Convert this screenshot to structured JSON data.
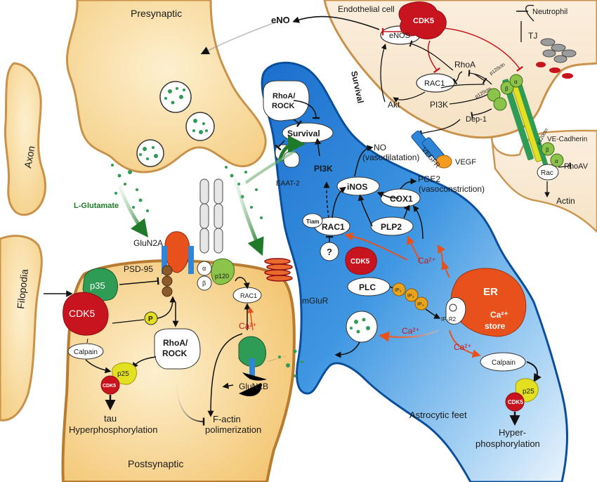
{
  "regions": {
    "presynaptic": "Presynaptic",
    "postsynaptic": "Postsynaptic",
    "axon": "Axon",
    "filopodia": "Filopodia",
    "endothelial": "Endothelial cell",
    "astrocytic_feet": "Astrocytic feet",
    "survival_side": "Survival"
  },
  "labels": {
    "eno": "eNO",
    "enos": "eNOS",
    "cdk5_endo": "CDK5",
    "rhoa": "RhoA",
    "rac1_endo": "RAC1",
    "akt": "Akt",
    "pi3k_endo": "PI3K",
    "dep1": "Dep-1",
    "vegfr": "VEGFR",
    "vegf": "VEGF",
    "neutrophil": "Neutrophil",
    "tj": "TJ",
    "ve_cadherin": "VE-Cadherin",
    "p120ctn": "p120ctn",
    "beta": "β",
    "alpha": "α",
    "rac_endo": "Rac",
    "rhoav": "RhoAV",
    "actin": "Actin",
    "rhoa_rock": "RhoA/",
    "rock": "ROCK",
    "survival": "Survival",
    "eaat2": "EAAT-2",
    "no_line1": "NO",
    "no_line2": "(vasodilatation)",
    "pge2_line1": "PGE2",
    "pge2_line2": "(vasoconstriction)",
    "pi3k_astro": "PI3K",
    "inos": "iNOS",
    "cox1": "COX1",
    "tiam": "Tiam",
    "rac1_astro": "RAC1",
    "plp2": "PLP2",
    "question": "?",
    "cdk5_astro": "CDK5",
    "ca2": "Ca²⁺",
    "plc": "PLC",
    "ip3": "IP₃",
    "ip3r2": "IP₃R2",
    "er": "ER",
    "ca_store_line1": "Ca²⁺",
    "ca_store_line2": "store",
    "mglur": "mGluR",
    "calpain": "Calpain",
    "p25": "p25",
    "hyper_line1": "Hyper-",
    "hyper_line2": "phosphorylation",
    "l_glutamate": "L-Glutamate",
    "glun2a": "GluN2A",
    "glun2b": "GluN2B",
    "psd95": "PSD-95",
    "p35": "p35",
    "cdk5_post": "CDK5",
    "p_badge": "P",
    "p120": "p120",
    "rac1_post": "RAC1",
    "tau_line1": "tau",
    "tau_line2": "Hyperphosphorylation",
    "factin_line1": "F-actin",
    "factin_line2": "polimerization"
  },
  "colors": {
    "presynaptic_fill": "#fbe3b0",
    "cell_outline": "#c8924a",
    "astrocyte_fill": "#2f86d6",
    "astrocyte_outline": "#0b4f9c",
    "cdk5_red": "#c8141e",
    "er_orange": "#e8511b",
    "green_arrow": "#1f7a2a",
    "ip3_yellow": "#e8a41c",
    "p25_yellow": "#e3e021",
    "p35_green": "#2e9c54"
  }
}
